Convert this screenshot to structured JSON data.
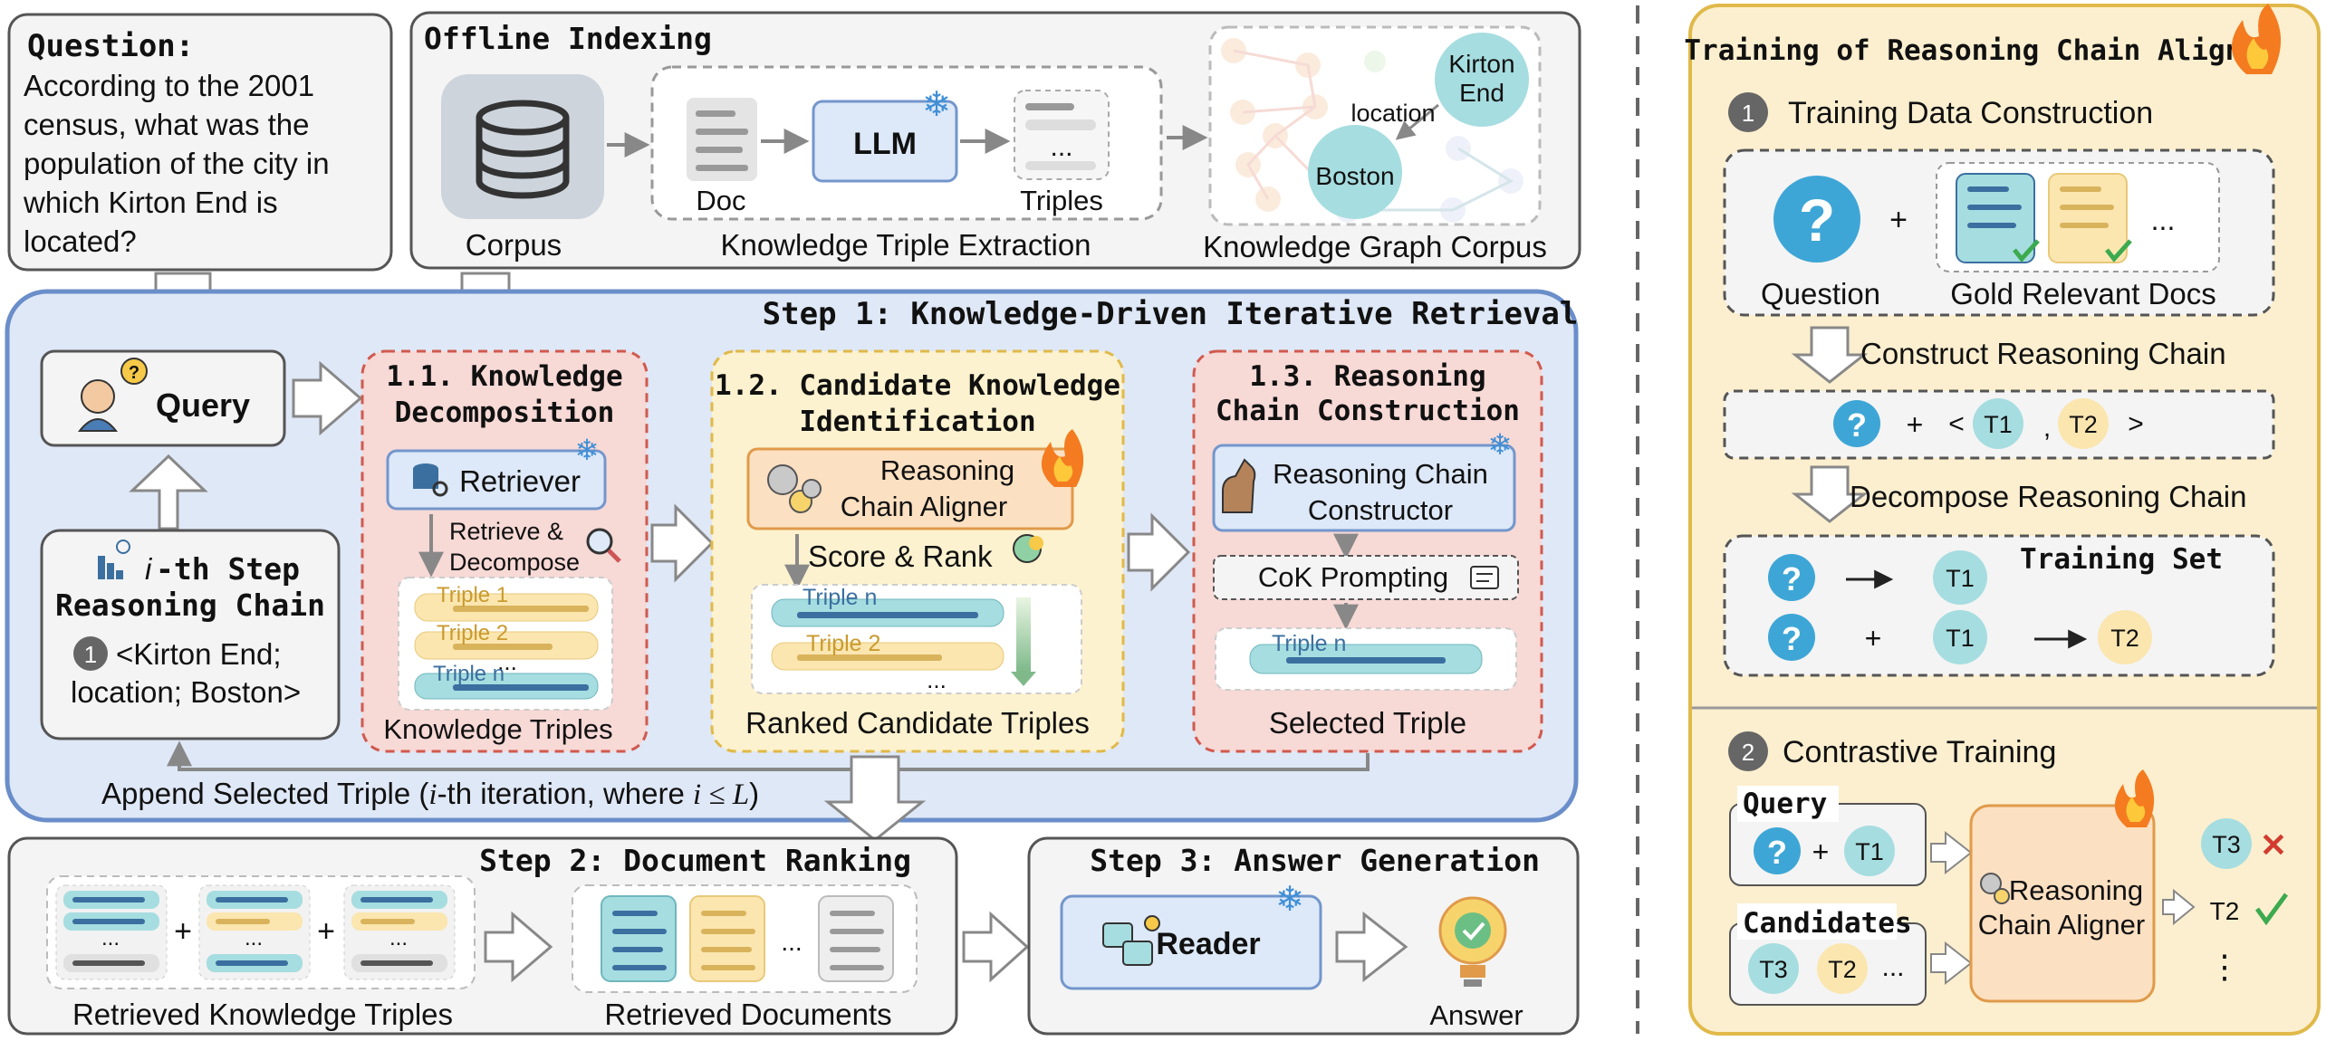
{
  "question": {
    "title": "Question:",
    "lines": [
      "According to the 2001",
      "census, what was the",
      "population of the city in",
      "which Kirton End is",
      "located?"
    ]
  },
  "offline": {
    "title": "Offline Indexing",
    "corpus_label": "Corpus",
    "doc_label": "Doc",
    "llm_label": "LLM",
    "triples_label": "Triples",
    "ellipsis": "...",
    "kte_label": "Knowledge Triple Extraction",
    "kg_label": "Knowledge Graph Corpus",
    "kg_node1": [
      "Kirton",
      "End"
    ],
    "kg_edge": "location",
    "kg_node2": "Boston"
  },
  "step1": {
    "title": "Step 1: Knowledge-Driven Iterative Retrieval",
    "query": "Query",
    "ith_title_suffix": "-th Step",
    "ith_i": "i",
    "ith_title2": "Reasoning Chain",
    "ith_num": "1",
    "ith_content": [
      "<Kirton End;",
      "location; Boston>"
    ],
    "kd_title": [
      "1.1. Knowledge",
      "Decomposition"
    ],
    "retriever": "Retriever",
    "retrieve_decompose": [
      "Retrieve &",
      "Decompose"
    ],
    "triples": [
      "Triple 1",
      "Triple 2",
      "Triple n"
    ],
    "kd_caption": "Knowledge Triples",
    "cki_title": [
      "1.2. Candidate Knowledge",
      "Identification"
    ],
    "aligner": [
      "Reasoning",
      "Chain Aligner"
    ],
    "score_rank": "Score & Rank",
    "ranked_triples": [
      "Triple n",
      "Triple 2"
    ],
    "cki_caption": "Ranked Candidate Triples",
    "rcc_title": [
      "1.3. Reasoning",
      "Chain Construction"
    ],
    "constructor": [
      "Reasoning Chain",
      "Constructor"
    ],
    "cok": "CoK Prompting",
    "selected_triple": "Triple n",
    "rcc_caption": "Selected Triple",
    "append_prefix": "Append Selected Triple (",
    "append_i": "i",
    "append_mid": "-th iteration, where ",
    "append_cond": "i ≤ L",
    "append_suffix": ")"
  },
  "step2": {
    "title": "Step 2: Document Ranking",
    "retrieved_triples": "Retrieved Knowledge Triples",
    "retrieved_docs": "Retrieved Documents",
    "plus": "+",
    "ellipsis": "..."
  },
  "step3": {
    "title": "Step 3: Answer Generation",
    "reader": "Reader",
    "answer": "Answer"
  },
  "training": {
    "title": "Training of Reasoning Chain Aligner",
    "s1_num": "1",
    "s1_title": "Training Data Construction",
    "question_label": "Question",
    "gold_label": "Gold Relevant Docs",
    "plus": "+",
    "ellipsis": "...",
    "construct": "Construct Reasoning Chain",
    "lt": "<",
    "gt": ">",
    "comma": ",",
    "t1": "T1",
    "t2": "T2",
    "t3": "T3",
    "decompose": "Decompose Reasoning Chain",
    "training_set": "Training Set",
    "s2_num": "2",
    "s2_title": "Contrastive Training",
    "query": "Query",
    "candidates": "Candidates",
    "aligner": [
      "Reasoning",
      "Chain Aligner"
    ],
    "vdots": "⋮"
  },
  "colors": {
    "step1_bg": "#dfe8f7",
    "step1_border": "#6a8ec9",
    "red_box": "#f7d9d6",
    "yellow_box": "#fdf2cf",
    "right_panel": "#fcefcf",
    "teal": "#a6dde0",
    "blue_dark": "#3b6fa0"
  }
}
